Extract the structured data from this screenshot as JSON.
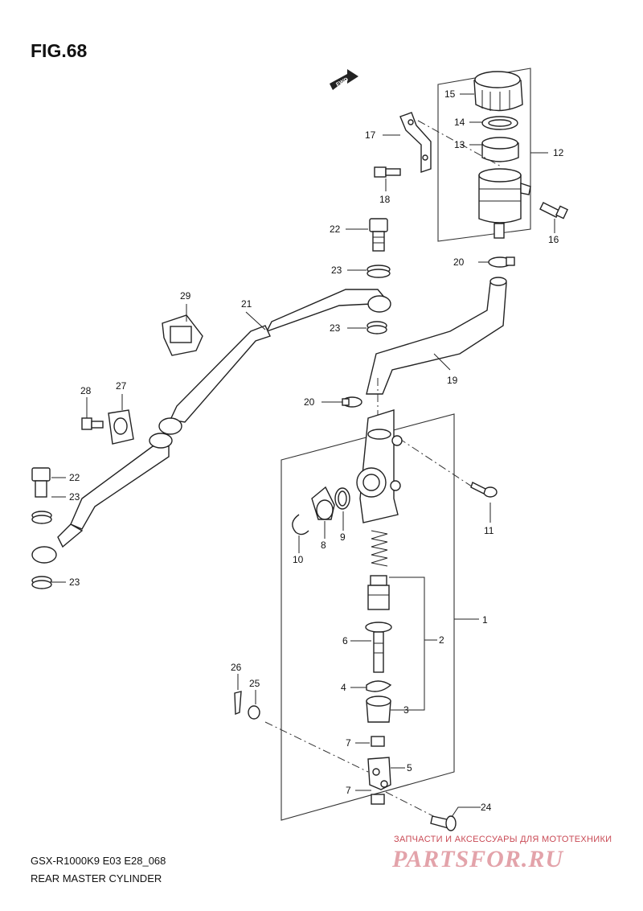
{
  "header": {
    "figure_label": "FIG.68",
    "fwd_label": "FWD"
  },
  "footer": {
    "model_code": "GSX-R1000K9  E03 E28_068",
    "caption": "REAR MASTER CYLINDER"
  },
  "watermark": {
    "tagline": "ЗАПЧАСТИ И АКСЕССУАРЫ ДЛЯ МОТОТЕХНИКИ",
    "brand": "PARTSFOR.RU"
  },
  "callouts": [
    {
      "id": "c1",
      "label": "1"
    },
    {
      "id": "c2",
      "label": "2"
    },
    {
      "id": "c3",
      "label": "3"
    },
    {
      "id": "c4",
      "label": "4"
    },
    {
      "id": "c5",
      "label": "5"
    },
    {
      "id": "c6",
      "label": "6"
    },
    {
      "id": "c7a",
      "label": "7"
    },
    {
      "id": "c7b",
      "label": "7"
    },
    {
      "id": "c8",
      "label": "8"
    },
    {
      "id": "c9",
      "label": "9"
    },
    {
      "id": "c10",
      "label": "10"
    },
    {
      "id": "c11",
      "label": "11"
    },
    {
      "id": "c12",
      "label": "12"
    },
    {
      "id": "c13",
      "label": "13"
    },
    {
      "id": "c14",
      "label": "14"
    },
    {
      "id": "c15",
      "label": "15"
    },
    {
      "id": "c16",
      "label": "16"
    },
    {
      "id": "c17",
      "label": "17"
    },
    {
      "id": "c18",
      "label": "18"
    },
    {
      "id": "c19",
      "label": "19"
    },
    {
      "id": "c20a",
      "label": "20"
    },
    {
      "id": "c20b",
      "label": "20"
    },
    {
      "id": "c21",
      "label": "21"
    },
    {
      "id": "c22a",
      "label": "22"
    },
    {
      "id": "c22b",
      "label": "22"
    },
    {
      "id": "c23a",
      "label": "23"
    },
    {
      "id": "c23b",
      "label": "23"
    },
    {
      "id": "c23c",
      "label": "23"
    },
    {
      "id": "c23d",
      "label": "23"
    },
    {
      "id": "c24",
      "label": "24"
    },
    {
      "id": "c25",
      "label": "25"
    },
    {
      "id": "c26",
      "label": "26"
    },
    {
      "id": "c27",
      "label": "27"
    },
    {
      "id": "c28",
      "label": "28"
    },
    {
      "id": "c29",
      "label": "29"
    }
  ]
}
